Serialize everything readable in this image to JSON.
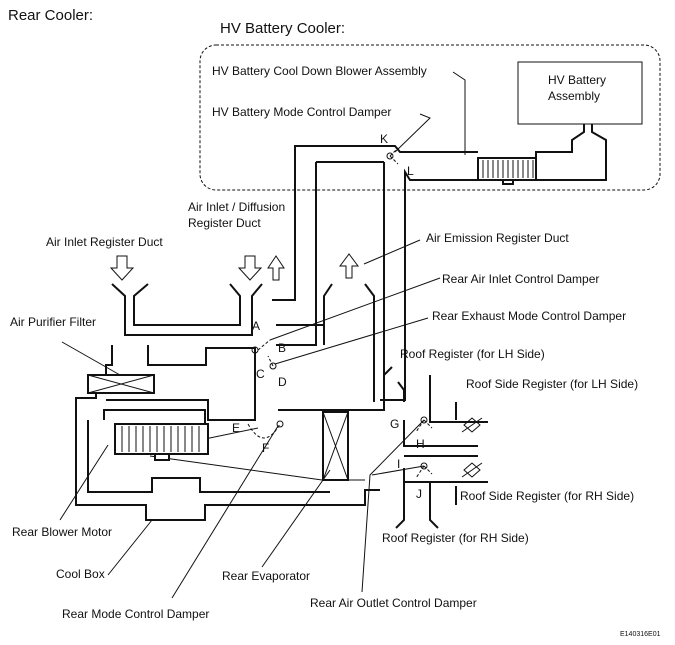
{
  "titles": {
    "rear_cooler": "Rear Cooler:",
    "hv_battery_cooler": "HV Battery Cooler:"
  },
  "labels": {
    "hv_blower": "HV Battery Cool Down Blower Assembly",
    "hv_mode_damper": "HV Battery Mode Control Damper",
    "hv_assembly_1": "HV Battery",
    "hv_assembly_2": "Assembly",
    "air_inlet_diffusion_1": "Air Inlet / Diffusion",
    "air_inlet_diffusion_2": "Register Duct",
    "air_inlet_register": "Air Inlet Register Duct",
    "air_emission": "Air Emission Register Duct",
    "rear_air_inlet_damper": "Rear Air Inlet Control Damper",
    "air_purifier": "Air Purifier Filter",
    "rear_exhaust_damper": "Rear Exhaust Mode Control Damper",
    "roof_lh": "Roof Register (for LH Side)",
    "roof_side_lh": "Roof Side Register (for LH Side)",
    "roof_side_rh": "Roof Side Register (for RH Side)",
    "roof_rh": "Roof Register (for RH Side)",
    "rear_blower": "Rear Blower Motor",
    "cool_box": "Cool Box",
    "rear_evaporator": "Rear Evaporator",
    "rear_mode_damper": "Rear Mode Control Damper",
    "rear_air_outlet_damper": "Rear Air Outlet Control Damper",
    "figure_code": "E140316E01"
  },
  "letters": {
    "a": "A",
    "b": "B",
    "c": "C",
    "d": "D",
    "e": "E",
    "f": "F",
    "g": "G",
    "h": "H",
    "i": "I",
    "j": "J",
    "k": "K",
    "l": "L"
  }
}
